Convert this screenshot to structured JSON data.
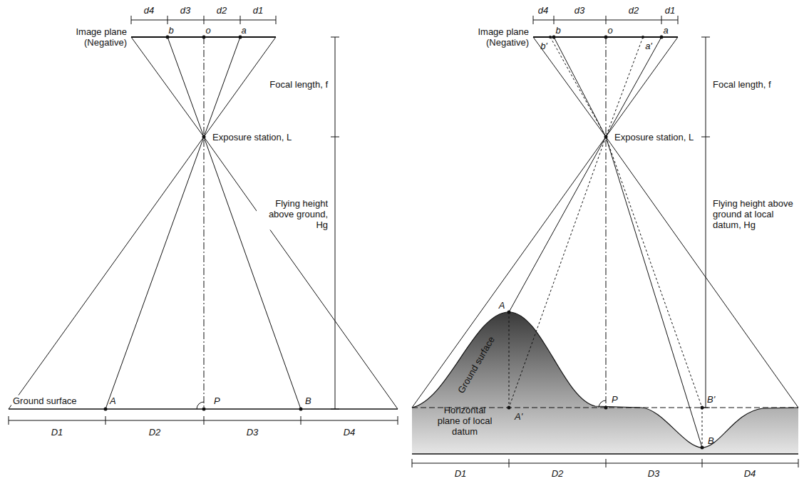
{
  "diagram": {
    "labels": [
      "d4",
      "d3",
      "d2",
      "d1",
      "Image plane (Negative)",
      "b",
      "o",
      "a",
      "Focal length, f",
      "Exposure station, L",
      "Flying height above ground, Hg",
      "Ground surface",
      "A",
      "P",
      "B",
      "D1",
      "D2",
      "D3",
      "D4",
      "d4",
      "d3",
      "d2",
      "d1",
      "Image plane (Negative)",
      "b'",
      "b",
      "o",
      "a'",
      "a",
      "Focal length, f",
      "Exposure station, L",
      "Flying height above ground at local datum, Hg",
      "A",
      "Ground surface",
      "Horizontal plane of local datum",
      "A'",
      "P",
      "B'",
      "B",
      "D1",
      "D2",
      "D3",
      "D4"
    ]
  }
}
